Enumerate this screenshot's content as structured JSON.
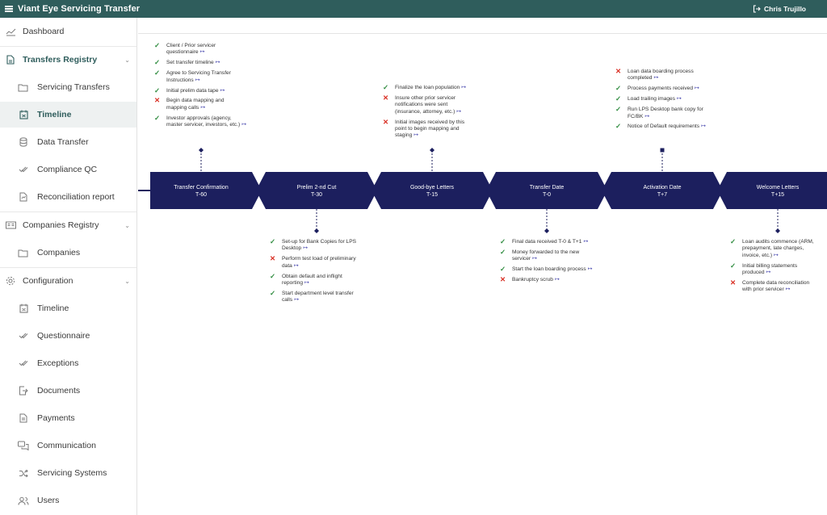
{
  "app": {
    "title": "Viant Eye Servicing Transfer",
    "user_name": "Chris Trujillo"
  },
  "sidebar": {
    "dashboard": "Dashboard",
    "transfers_registry": "Transfers Registry",
    "servicing_transfers": "Servicing Transfers",
    "timeline": "Timeline",
    "data_transfer": "Data Transfer",
    "compliance_qc": "Compliance QC",
    "reconciliation_report": "Reconciliation report",
    "companies_registry": "Companies Registry",
    "companies": "Companies",
    "configuration": "Configuration",
    "config_timeline": "Timeline",
    "questionnaire": "Questionnaire",
    "exceptions": "Exceptions",
    "documents": "Documents",
    "payments": "Payments",
    "communication": "Communication",
    "servicing_systems": "Servicing Systems",
    "users": "Users"
  },
  "milestones": [
    {
      "name": "Transfer Confirmation",
      "offset": "T-60"
    },
    {
      "name": "Prelim 2-nd Cut",
      "offset": "T-30"
    },
    {
      "name": "Good-bye Letters",
      "offset": "T-15"
    },
    {
      "name": "Transfer Date",
      "offset": "T-0"
    },
    {
      "name": "Activation Date",
      "offset": "T+7"
    },
    {
      "name": "Welcome Letters",
      "offset": "T+15"
    }
  ],
  "task_groups": {
    "transfer_confirmation": [
      {
        "status": "done",
        "lines": [
          "Client / Prior servicer",
          "questionnaire"
        ]
      },
      {
        "status": "done",
        "lines": [
          "Set transfer timeline"
        ]
      },
      {
        "status": "done",
        "lines": [
          "Agree to Servicing Transfer",
          "Instructions"
        ]
      },
      {
        "status": "done",
        "lines": [
          "Initial prelim data tape"
        ]
      },
      {
        "status": "failed",
        "lines": [
          "Begin data mapping and",
          "mapping calls"
        ]
      },
      {
        "status": "done",
        "lines": [
          "Investor approvals (agency,",
          "master servicer, investors, etc.)"
        ]
      }
    ],
    "prelim_cut": [
      {
        "status": "done",
        "lines": [
          "Set-up for Bank Copies for LPS",
          "Desktop"
        ]
      },
      {
        "status": "failed",
        "lines": [
          "Perform test load of preliminary",
          "data"
        ]
      },
      {
        "status": "done",
        "lines": [
          "Obtain default and inflight",
          "reporting"
        ]
      },
      {
        "status": "done",
        "lines": [
          "Start department level transfer",
          "calls"
        ]
      }
    ],
    "goodbye_letters": [
      {
        "status": "done",
        "lines": [
          "Finalize the loan population"
        ]
      },
      {
        "status": "failed",
        "lines": [
          "Insure other prior servicer",
          "notifications were sent",
          "(insurance, attorney, etc.)"
        ]
      },
      {
        "status": "failed",
        "lines": [
          "Initial images received by this",
          "point to begin mapping and",
          "staging"
        ]
      }
    ],
    "transfer_date": [
      {
        "status": "done",
        "lines": [
          "Final data received T-0 & T+1"
        ]
      },
      {
        "status": "done",
        "lines": [
          "Money forwarded to the new",
          "servicer"
        ]
      },
      {
        "status": "done",
        "lines": [
          "Start the loan boarding process"
        ]
      },
      {
        "status": "failed",
        "lines": [
          "Bankruptcy scrub"
        ]
      }
    ],
    "activation_date": [
      {
        "status": "failed",
        "lines": [
          "Loan data boarding process",
          "completed"
        ]
      },
      {
        "status": "done",
        "lines": [
          "Process payments received"
        ]
      },
      {
        "status": "done",
        "lines": [
          "Load trailing images"
        ]
      },
      {
        "status": "done",
        "lines": [
          "Run LPS Desktop bank copy for",
          "FC/BK"
        ]
      },
      {
        "status": "done",
        "lines": [
          "Notice of Default requirements"
        ]
      }
    ],
    "welcome_letters": [
      {
        "status": "done",
        "lines": [
          "Loan audits commence (ARM,",
          "prepayment, late charges,",
          "invoice, etc.)"
        ]
      },
      {
        "status": "done",
        "lines": [
          "Initial billing statements",
          "produced"
        ]
      },
      {
        "status": "failed",
        "lines": [
          "Complete data reconciliation",
          "with prior servicer"
        ]
      }
    ]
  },
  "icons": {
    "done": "check-icon",
    "failed": "x-icon",
    "open": "open-arrow-icon"
  },
  "colors": {
    "topbar": "#2f5d5c",
    "milestone": "#1c1f5e",
    "done": "#2e8b3e",
    "failed": "#d93025",
    "link": "#3a3aa8"
  }
}
